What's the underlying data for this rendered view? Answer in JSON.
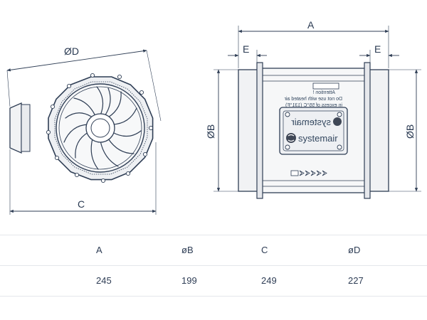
{
  "drawing": {
    "front_view": {
      "diameter_label": "ØD",
      "width_label": "C"
    },
    "side_view": {
      "length_label": "A",
      "flange_left_label": "E",
      "flange_right_label": "E",
      "diameter_left_label": "ØB",
      "diameter_right_label": "ØB",
      "warning_lines": [
        "Attention !",
        "Do not use with heated air",
        "in excess of 55°C (131°F)"
      ],
      "brand_mirrored": "systemair",
      "brand": "systemair"
    },
    "colors": {
      "line": "#2f3e55",
      "metal": "#f3f4f6",
      "dark": "#3a4250"
    }
  },
  "table": {
    "headers": [
      "A",
      "øB",
      "C",
      "øD"
    ],
    "values": [
      "245",
      "199",
      "249",
      "227"
    ]
  }
}
